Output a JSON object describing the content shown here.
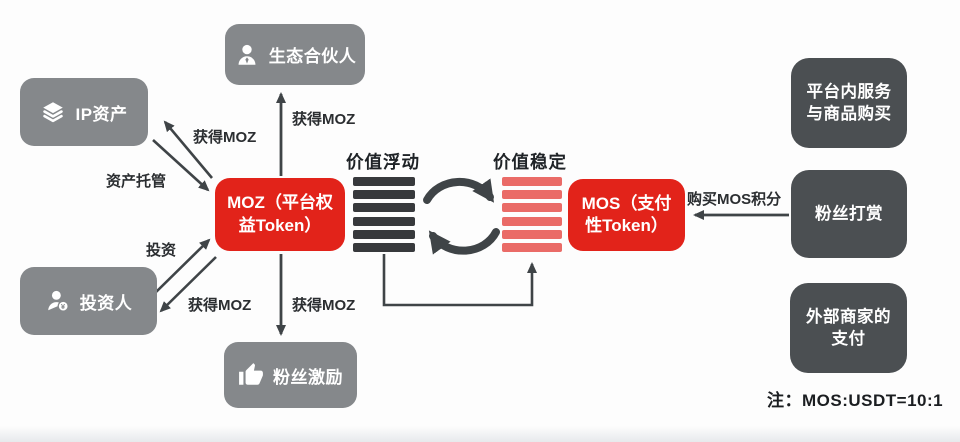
{
  "nodes": {
    "eco_partner": {
      "label": "生态合伙人",
      "icon": "person-icon"
    },
    "ip_asset": {
      "label": "IP资产",
      "icon": "layers-icon"
    },
    "investor": {
      "label": "投资人",
      "icon": "person-coin-icon"
    },
    "fan_incentive": {
      "label": "粉丝激励",
      "icon": "thumbs-up-icon"
    },
    "moz": {
      "line1": "MOZ（平台权",
      "line2": "益Token）"
    },
    "mos": {
      "line1": "MOS（支付",
      "line2": "性Token）"
    },
    "platform_services": {
      "line1": "平台内服务",
      "line2": "与商品购买"
    },
    "fan_tipping": {
      "label": "粉丝打赏"
    },
    "external_merchant": {
      "line1": "外部商家的",
      "line2": "支付"
    }
  },
  "edges": {
    "gain_moz_to_ip": "获得MOZ",
    "asset_custody": "资产托管",
    "gain_moz_to_partner": "获得MOZ",
    "invest": "投资",
    "gain_moz_to_investor": "获得MOZ",
    "gain_moz_to_fans": "获得MOZ",
    "buy_mos_points": "购买MOS积分"
  },
  "exchange": {
    "floating_label": "价值浮动",
    "stable_label": "价值稳定",
    "left_bar_count": 6,
    "right_bar_count": 6
  },
  "note": "注：MOS:USDT=10:1",
  "colors": {
    "accent_red": "#e2231a",
    "node_gray": "#85888b",
    "node_dark_gray": "#4b4f52",
    "bar_dark": "#37393c",
    "bar_red": "#ea6b67",
    "arrow": "#3f4447"
  }
}
